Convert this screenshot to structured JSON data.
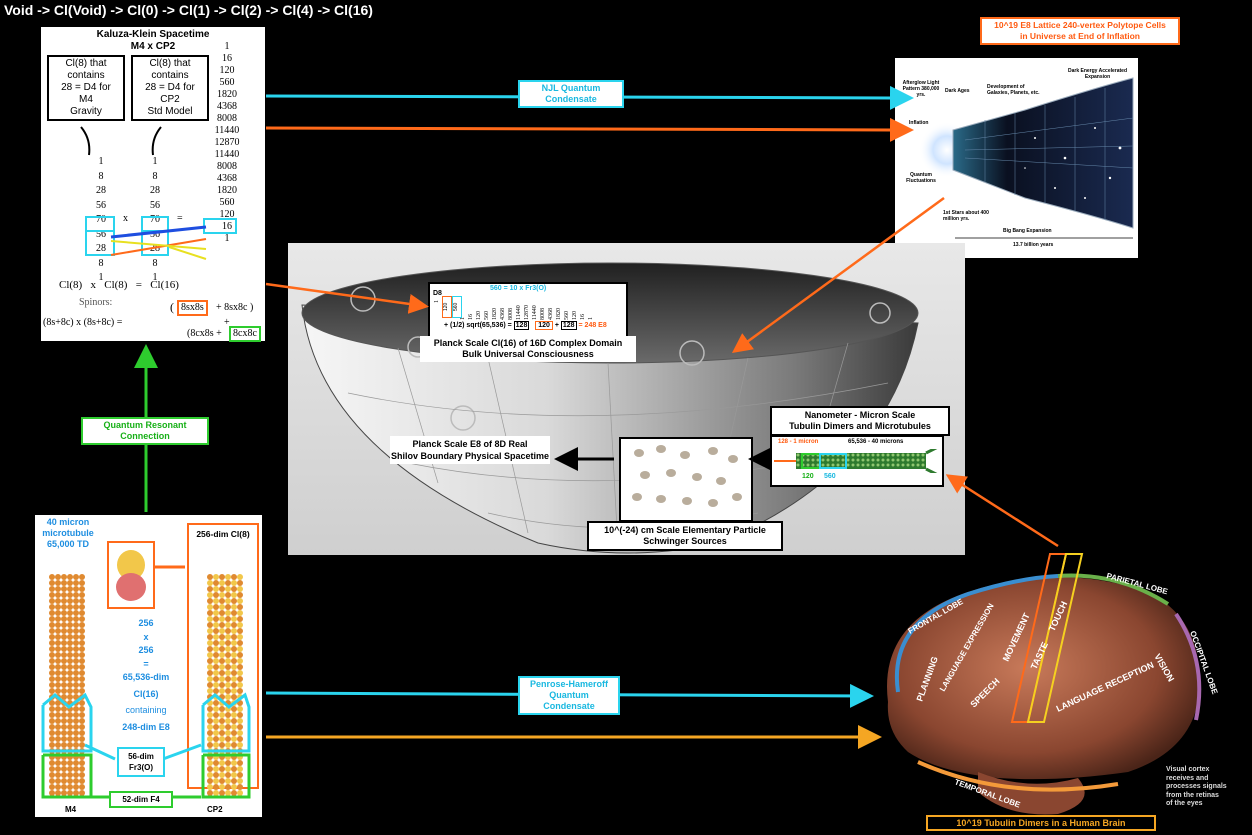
{
  "title": "Void -> Cl(Void) -> Cl(0) -> Cl(1) -> Cl(2) -> Cl(4) -> Cl(16)",
  "kk_panel": {
    "title_line1": "Kaluza-Klein Spacetime",
    "title_line2": "M4 x CP2",
    "box_left": [
      "Cl(8) that",
      "contains",
      "28 = D4 for",
      "M4",
      "Gravity"
    ],
    "box_right": [
      "Cl(8) that",
      "contains",
      "28 = D4 for",
      "CP2",
      "Std Model"
    ],
    "right_column": [
      "1",
      "16",
      "120",
      "560",
      "1820",
      "4368",
      "8008",
      "11440",
      "12870",
      "11440",
      "8008",
      "4368",
      "1820",
      "560",
      "120",
      "16",
      "1"
    ],
    "left_column": [
      "1",
      "8",
      "28",
      "56",
      "70",
      "56",
      "28",
      "8",
      "1"
    ],
    "mid_column": [
      "1",
      "8",
      "28",
      "56",
      "70",
      "56",
      "28",
      "8",
      "1"
    ],
    "x_sign": "x",
    "eq_sign": "=",
    "bottom_eq": [
      "Cl(8)",
      "x",
      "Cl(8)",
      "=",
      "Cl(16)"
    ],
    "spinors_label": "Spinors:",
    "spinor_eq_left": "(8s+8c) x (8s+8c) =",
    "spinor_term1": "8sx8s",
    "spinor_term2": "+ 8sx8c )",
    "spinor_term3": "+",
    "spinor_term4": "(8cx8s +",
    "spinor_term5": "8cx8c",
    "spinor_open": "("
  },
  "universe_panel": {
    "title_line1": "10^19 E8 Lattice 240-vertex Polytope Cells",
    "title_line2": "in Universe at End of Inflation",
    "labels": {
      "afterglow": "Afterglow Light Pattern 380,000 yrs.",
      "dark_ages": "Dark Ages",
      "development": "Development of Galaxies, Planets, etc.",
      "dark_energy": "Dark Energy Accelerated Expansion",
      "inflation": "Inflation",
      "quantum_fluct": "Quantum Fluctuations",
      "first_stars": "1st Stars about 400 million yrs.",
      "big_bang": "Big Bang Expansion",
      "years": "13.7 billion years"
    }
  },
  "connectors": {
    "njl_label": [
      "NJL Quantum",
      "Condensate"
    ],
    "quantum_resonant": [
      "Quantum Resonant",
      "Connection"
    ],
    "penrose": [
      "Penrose-Hameroff",
      "Quantum",
      "Condensate"
    ]
  },
  "bowl_panel": {
    "inner_box": {
      "line_top": "560 = 10 x Fr3(O)",
      "d8": "D8",
      "d8_col": [
        "1",
        "16",
        "120",
        "560",
        "1820",
        "4368",
        "8008",
        "11440",
        "12870",
        "11440",
        "8008",
        "4368",
        "1820",
        "560",
        "120",
        "16",
        "1"
      ],
      "sqrt_line_prefix": "+ (1/2) sqrt(65,536) =",
      "v128a": "128",
      "v120": "120",
      "plus": "+",
      "v128b": "128",
      "e8": "= 248 E8",
      "left_vals": [
        "1",
        "16",
        "120",
        "560"
      ]
    },
    "planck_cl16": [
      "Planck Scale Cl(16) of 16D Complex Domain",
      "Bulk Universal Consciousness"
    ],
    "planck_e8": [
      "Planck Scale E8 of 8D Real",
      "Shilov Boundary Physical Spacetime"
    ],
    "nanometer": [
      "Nanometer - Micron Scale",
      "Tubulin Dimers and Microtubules"
    ],
    "micron_labels": {
      "left": "128 - 1 micron",
      "right": "65,536 - 40 microns",
      "g120": "120",
      "c560": "560"
    },
    "particle": [
      "10^(-24) cm Scale Elementary Particle",
      "Schwinger Sources"
    ]
  },
  "microtubule_panel": {
    "top_left": [
      "40 micron",
      "microtubule",
      "65,000 TD"
    ],
    "cl8_label": "256-dim Cl(8)",
    "middle_text": [
      "256",
      "x",
      "256",
      "=",
      "65,536-dim",
      "Cl(16)",
      "containing",
      "248-dim E8"
    ],
    "fr3": [
      "56-dim",
      "Fr3(O)"
    ],
    "f4": "52-dim F4",
    "m4": "M4",
    "cp2": "CP2"
  },
  "brain_panel": {
    "lobes": {
      "frontal": "FRONTAL LOBE",
      "parietal": "PARIETAL LOBE",
      "occipital": "OCCIPITAL LOBE",
      "temporal": "TEMPORAL LOBE",
      "planning": "PLANNING",
      "language_expr": "LANGUAGE EXPRESSION",
      "speech": "SPEECH",
      "movement": "MOVEMENT",
      "taste": "TASTE",
      "touch": "TOUCH",
      "language_rec": "LANGUAGE RECEPTION",
      "vision": "VISION"
    },
    "visual_note": [
      "Visual cortex",
      "receives and",
      "processes signals",
      "from the retinas",
      "of the eyes"
    ],
    "caption": "10^19 Tubulin Dimers in a Human Brain"
  },
  "colors": {
    "cyan": "#2ad4ee",
    "orange": "#ff6a1a",
    "green": "#2ecc2e",
    "amber": "#f5a623"
  }
}
